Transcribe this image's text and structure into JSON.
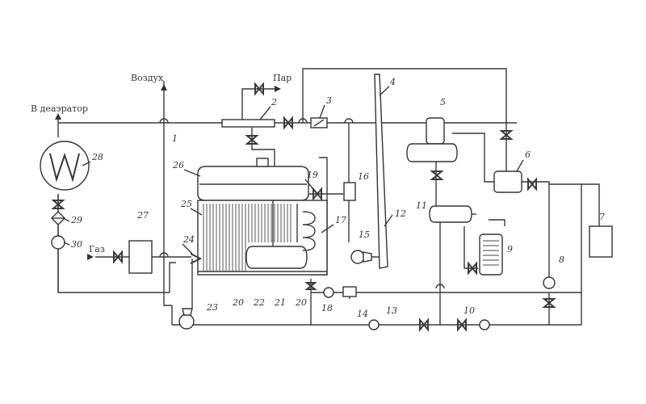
{
  "labels": {
    "deaerator": "В деаэратор",
    "air": "Воздух",
    "steam": "Пар",
    "gas": "Газ"
  },
  "numbers": [
    "1",
    "2",
    "3",
    "4",
    "5",
    "6",
    "7",
    "8",
    "9",
    "10",
    "11",
    "12",
    "13",
    "14",
    "15",
    "16",
    "17",
    "18",
    "19",
    "20",
    "20",
    "21",
    "22",
    "23",
    "24",
    "25",
    "26",
    "27",
    "28",
    "29",
    "30"
  ]
}
